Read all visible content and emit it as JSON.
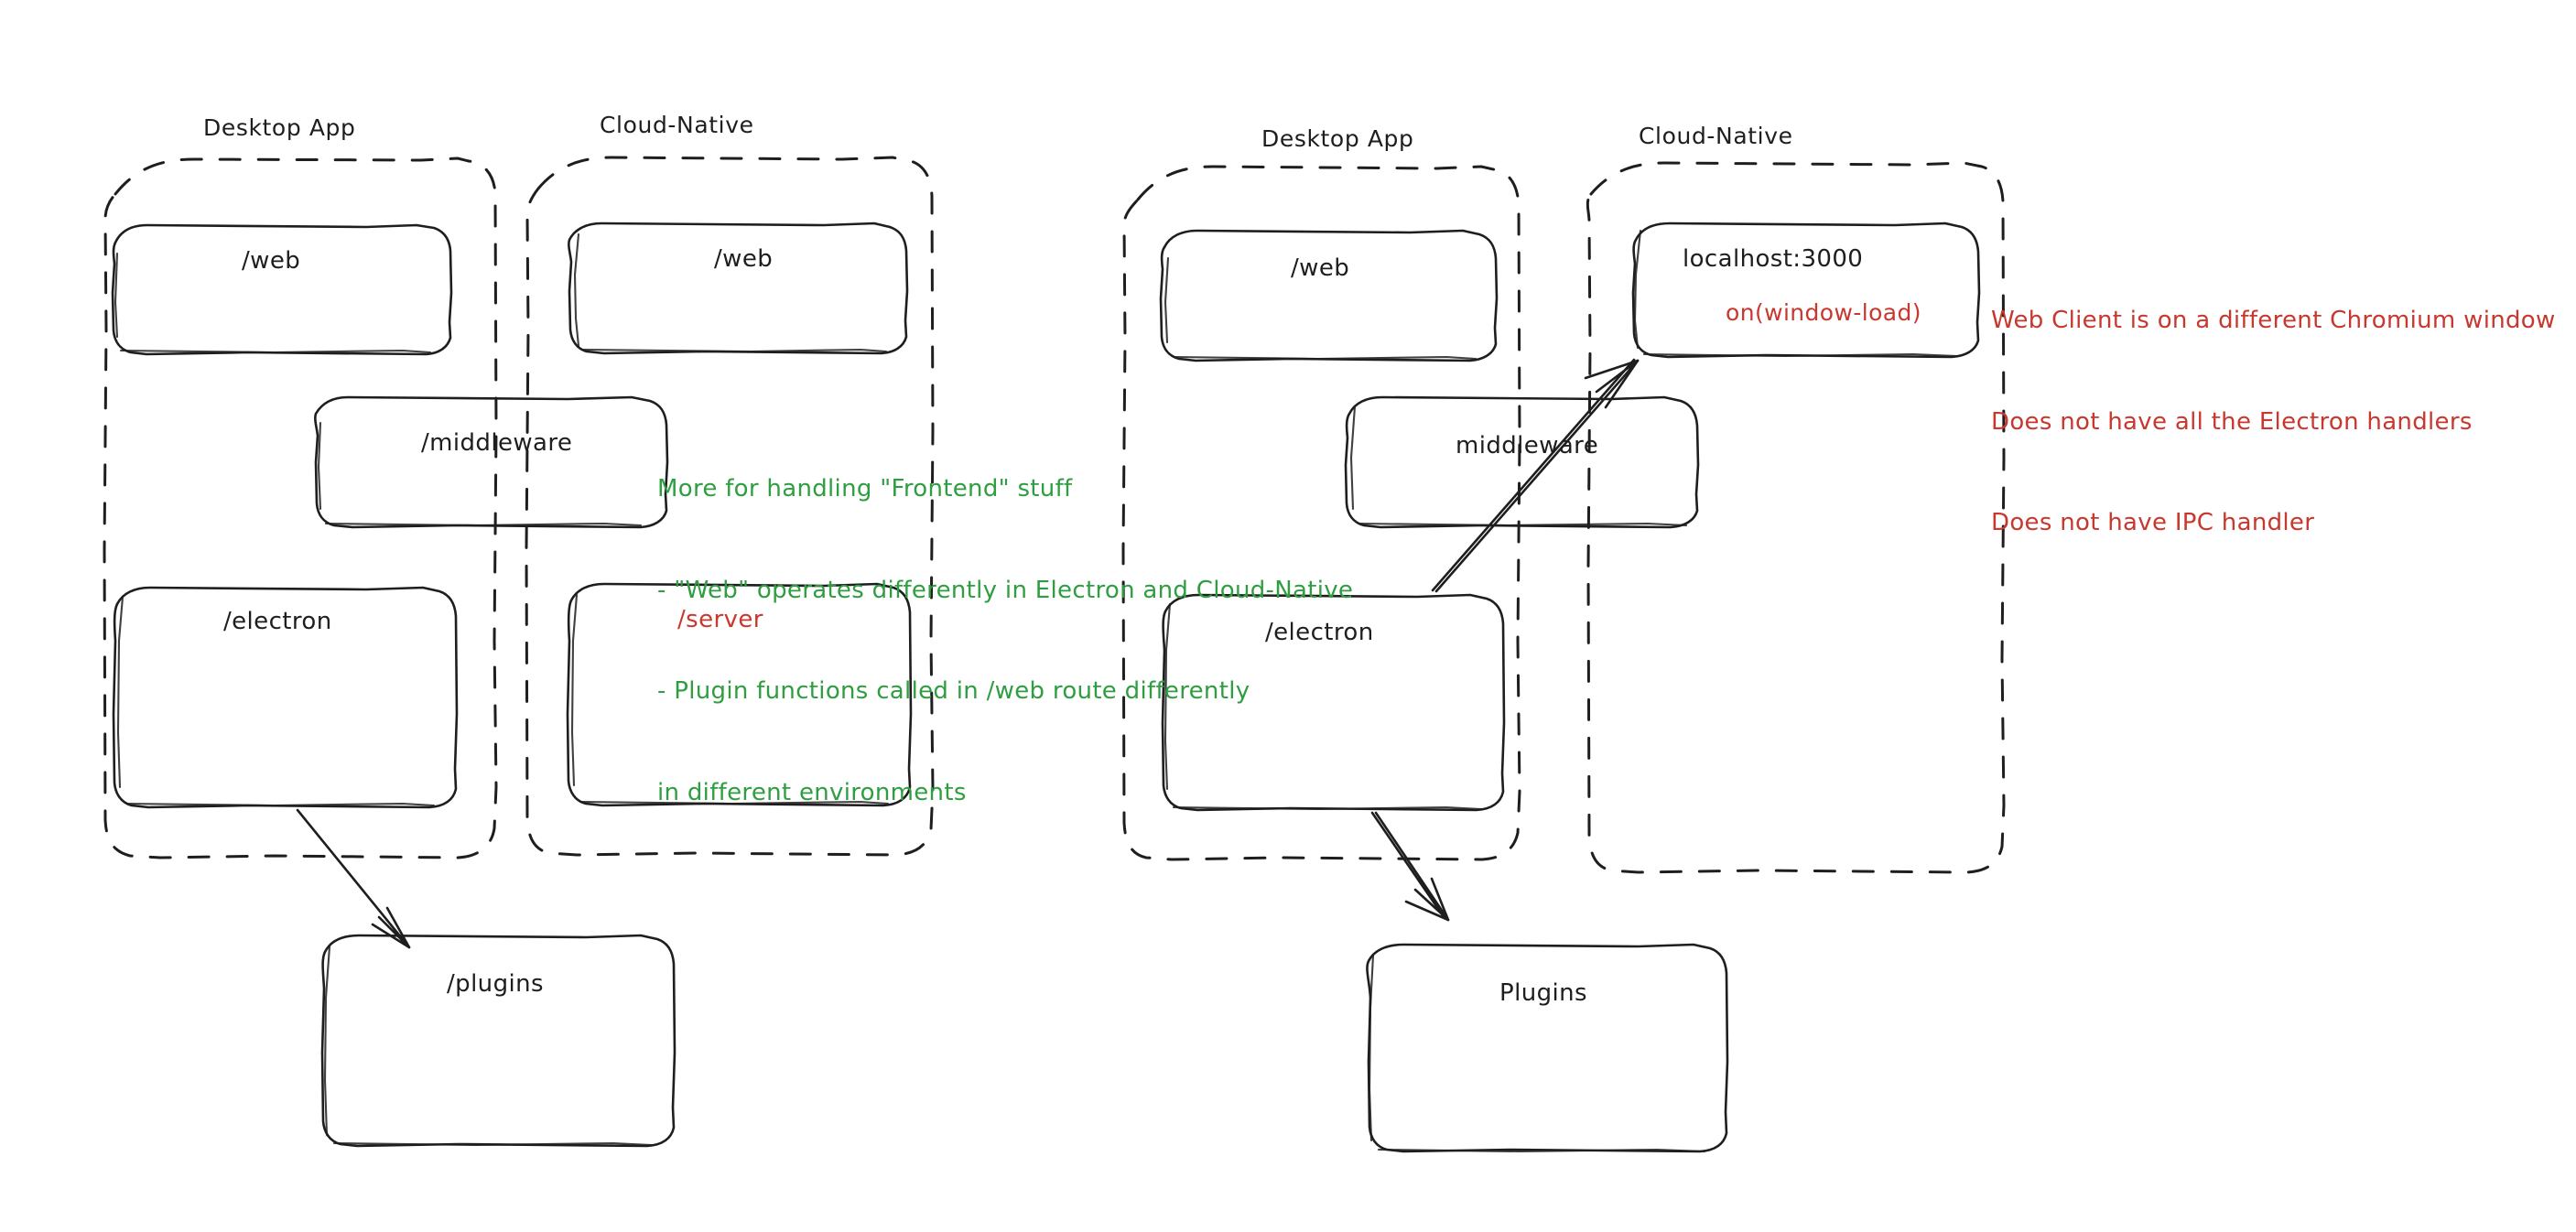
{
  "diagram": {
    "title_left_desktop": "Desktop App",
    "title_left_cloud": "Cloud-Native",
    "title_right_desktop": "Desktop App",
    "title_right_cloud": "Cloud-Native",
    "colors": {
      "stroke": "#1e1e1e",
      "green": "#2f9e41",
      "red": "#c8382f",
      "background": "#ffffff"
    }
  },
  "left_diagram": {
    "desktop_group": {
      "label": "Desktop App",
      "boxes": [
        {
          "label": "/web"
        },
        {
          "label": "/electron"
        }
      ]
    },
    "cloud_group": {
      "label": "Cloud-Native",
      "boxes": [
        {
          "label": "/web"
        },
        {
          "label": "/server"
        }
      ]
    },
    "shared_box": {
      "label": "/middleware"
    },
    "bottom_box": {
      "label": "/plugins"
    },
    "note": {
      "color": "#2f9e41",
      "lines": [
        "More for handling \"Frontend\" stuff",
        "- \"Web\" operates differently in Electron and Cloud-Native",
        "- Plugin functions called in /web route differently",
        "in different environments"
      ]
    },
    "arrow": {
      "from": "/electron",
      "to": "/plugins"
    }
  },
  "right_diagram": {
    "desktop_group": {
      "label": "Desktop App",
      "boxes": [
        {
          "label": "/web"
        },
        {
          "label": "/electron"
        }
      ]
    },
    "cloud_group": {
      "label": "Cloud-Native",
      "boxes": [
        {
          "label": "localhost:3000",
          "sublabel": "on(window-load)",
          "sublabel_color": "#c8382f"
        }
      ]
    },
    "shared_box": {
      "label": "middleware"
    },
    "bottom_box": {
      "label": "Plugins"
    },
    "note": {
      "color": "#c8382f",
      "lines": [
        "Web Client is on a different Chromium window",
        "Does not have all the Electron handlers",
        "Does not have IPC handler"
      ]
    },
    "arrows": [
      {
        "from": "/electron",
        "to": "/plugins"
      },
      {
        "from": "/electron",
        "to": "localhost:3000"
      }
    ]
  }
}
